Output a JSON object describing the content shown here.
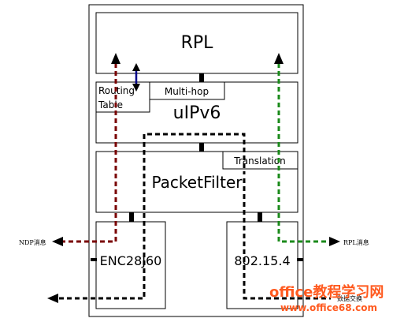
{
  "layers": {
    "rpl": "RPL",
    "uipv6": "uIPv6",
    "packetfilter": "PacketFilter",
    "enc28j60": "ENC28J60",
    "ieee802154": "802.15.4"
  },
  "labels": {
    "routing_table_line1": "Routing",
    "routing_table_line2": "Table",
    "multihop": "Multi-hop",
    "translation": "Translation"
  },
  "messages": {
    "ndp": "NDP消息",
    "rpl": "RPL消息",
    "data": "数据交换"
  },
  "watermark": {
    "line1": "office教程学习网",
    "line2": "www.office68.com"
  },
  "colors": {
    "ndp_path": "#7a0000",
    "rpl_path": "#1a8a1a",
    "data_path": "#000000",
    "routing_link": "#00008b",
    "watermark": "#ff5a1f"
  }
}
